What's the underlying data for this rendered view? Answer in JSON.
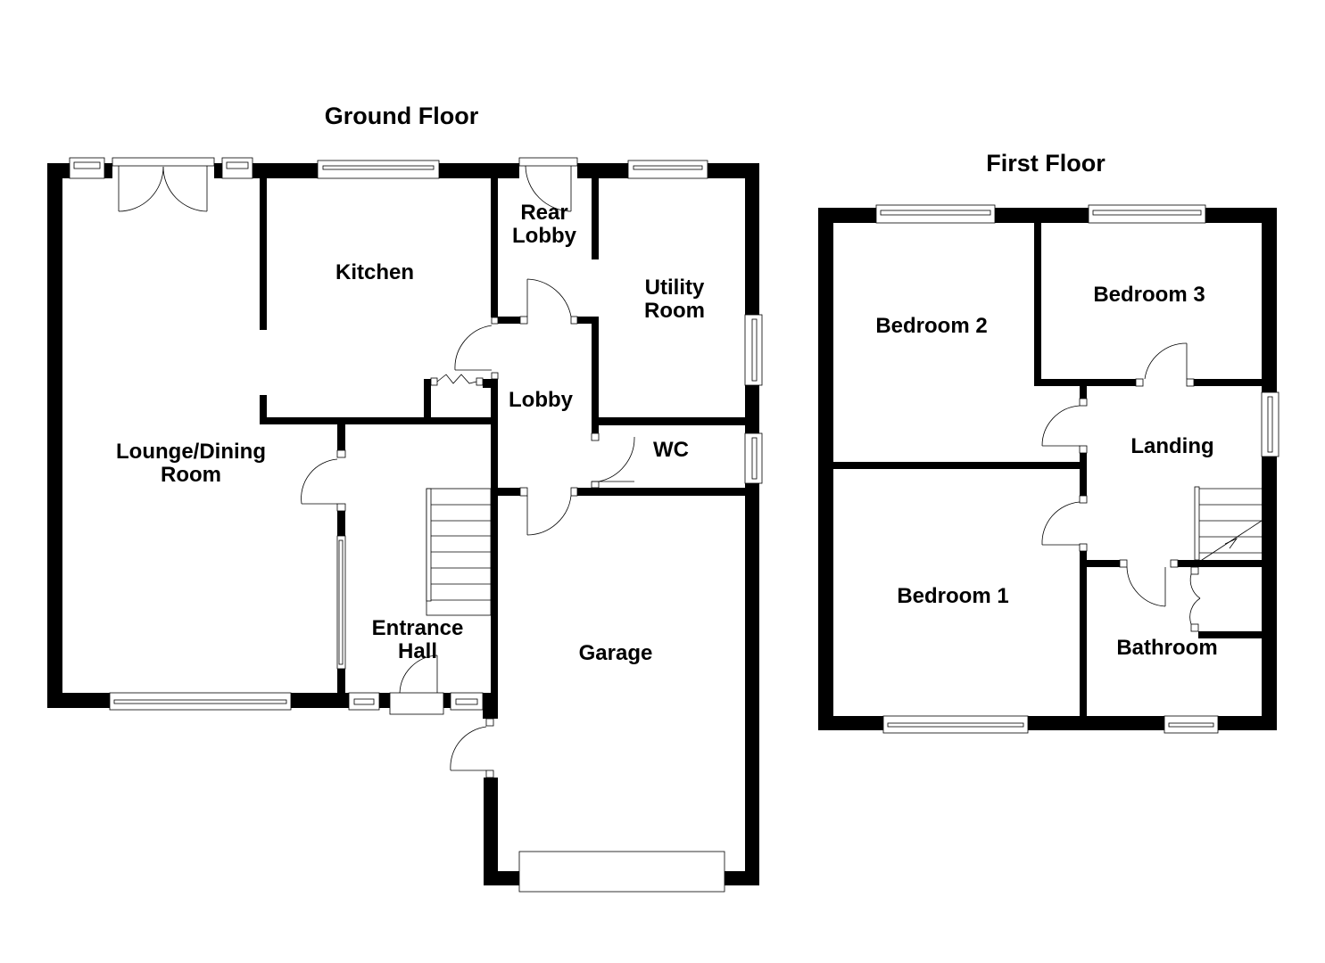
{
  "titles": {
    "ground_floor": "Ground Floor",
    "first_floor": "First Floor"
  },
  "ground_floor": {
    "rooms": [
      {
        "id": "lounge",
        "line1": "Lounge/Dining",
        "line2": "Room"
      },
      {
        "id": "kitchen",
        "line1": "Kitchen",
        "line2": ""
      },
      {
        "id": "rear_lobby",
        "line1": "Rear",
        "line2": "Lobby"
      },
      {
        "id": "utility",
        "line1": "Utility",
        "line2": "Room"
      },
      {
        "id": "lobby",
        "line1": "Lobby",
        "line2": ""
      },
      {
        "id": "wc",
        "line1": "WC",
        "line2": ""
      },
      {
        "id": "entrance_hall",
        "line1": "Entrance",
        "line2": "Hall"
      },
      {
        "id": "garage",
        "line1": "Garage",
        "line2": ""
      }
    ]
  },
  "first_floor": {
    "rooms": [
      {
        "id": "bedroom2",
        "line1": "Bedroom 2",
        "line2": ""
      },
      {
        "id": "bedroom3",
        "line1": "Bedroom 3",
        "line2": ""
      },
      {
        "id": "landing",
        "line1": "Landing",
        "line2": ""
      },
      {
        "id": "bedroom1",
        "line1": "Bedroom 1",
        "line2": ""
      },
      {
        "id": "bathroom",
        "line1": "Bathroom",
        "line2": ""
      }
    ]
  },
  "colors": {
    "wall": "#000000",
    "background": "#ffffff"
  }
}
